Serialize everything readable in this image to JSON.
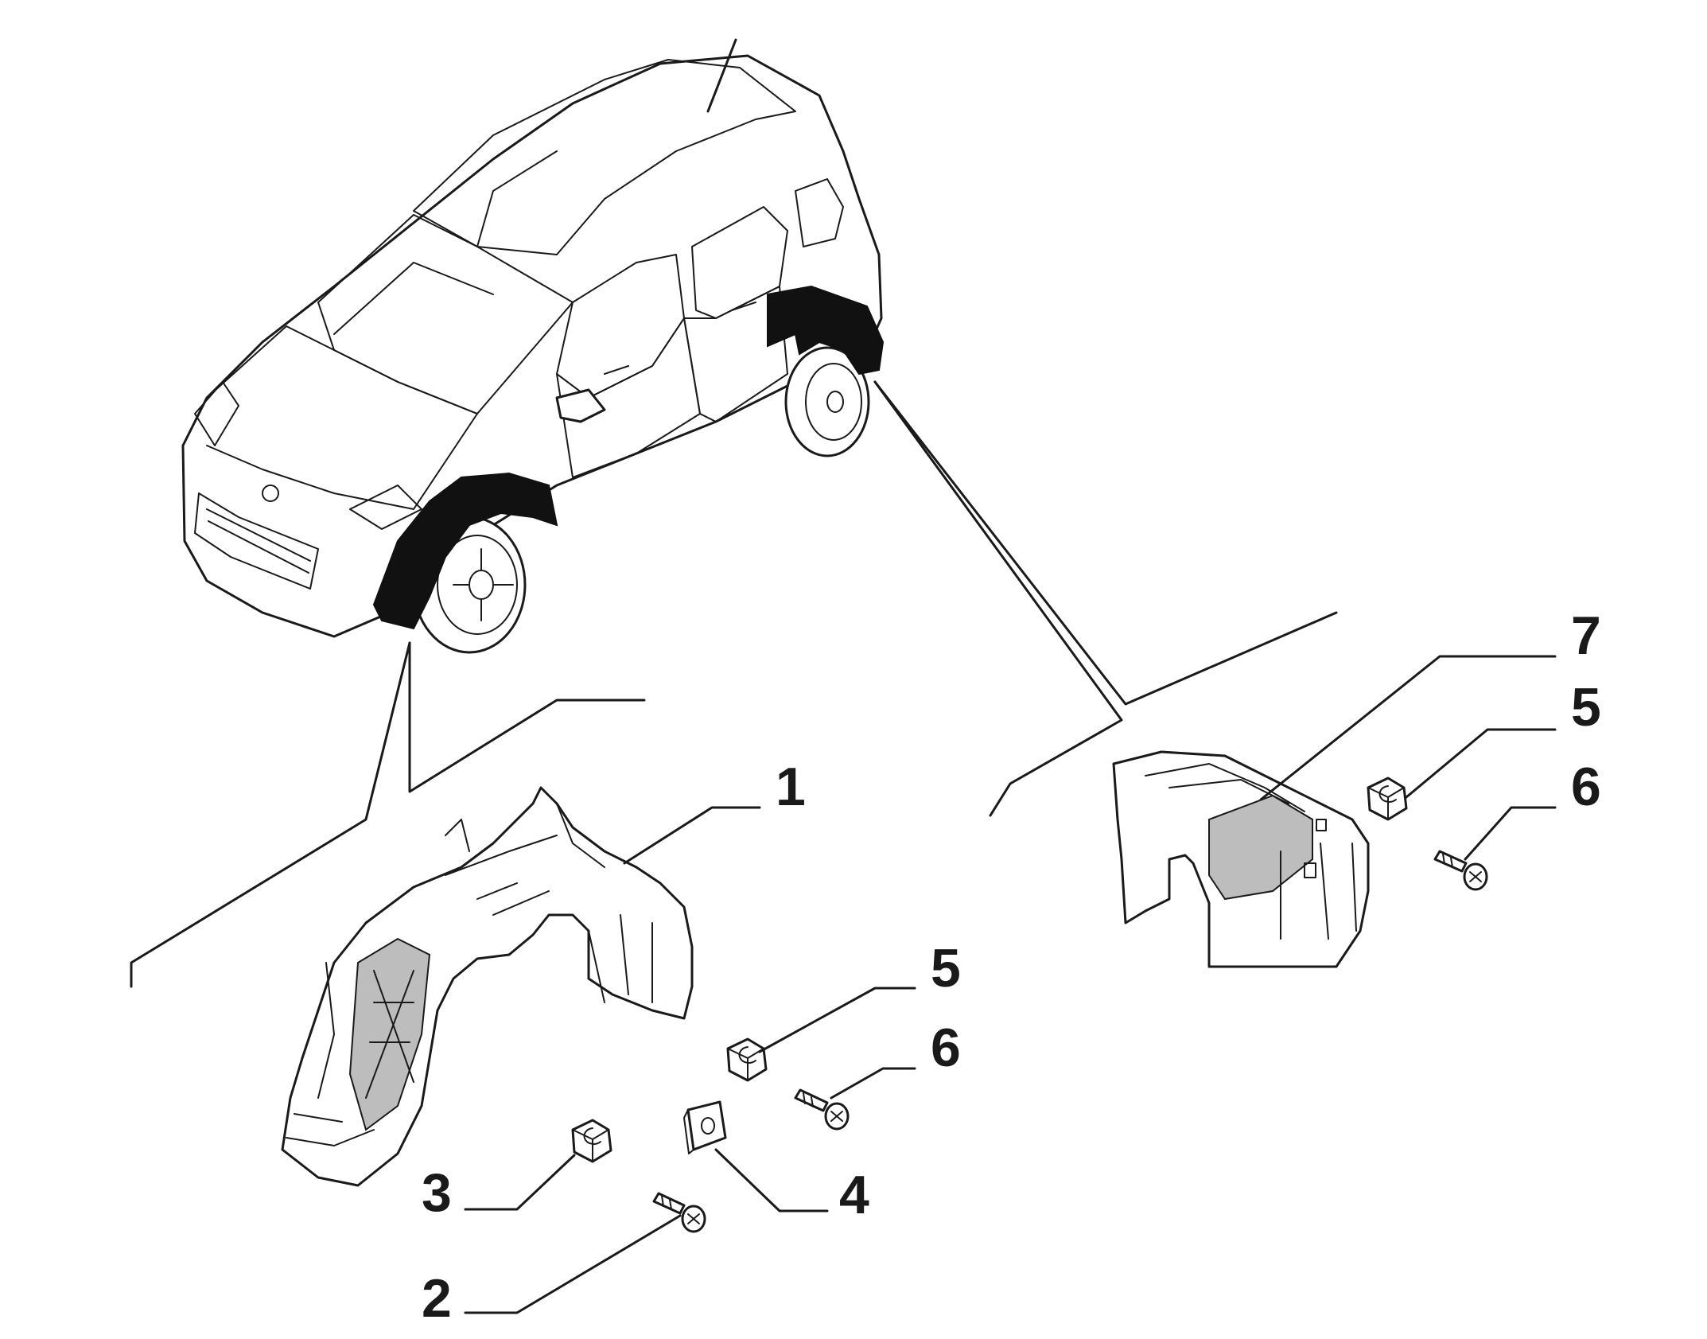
{
  "callouts": {
    "front_liner": "1",
    "screw_front": "2",
    "nut_front": "3",
    "clip": "4",
    "nut_mid": "5",
    "screw_mid": "6",
    "rear_liner": "7",
    "nut_rear": "5",
    "screw_rear": "6"
  },
  "colors": {
    "line": "#1a1a1a",
    "highlight": "#111111",
    "shade": "#bdbdbd",
    "background": "#ffffff"
  }
}
